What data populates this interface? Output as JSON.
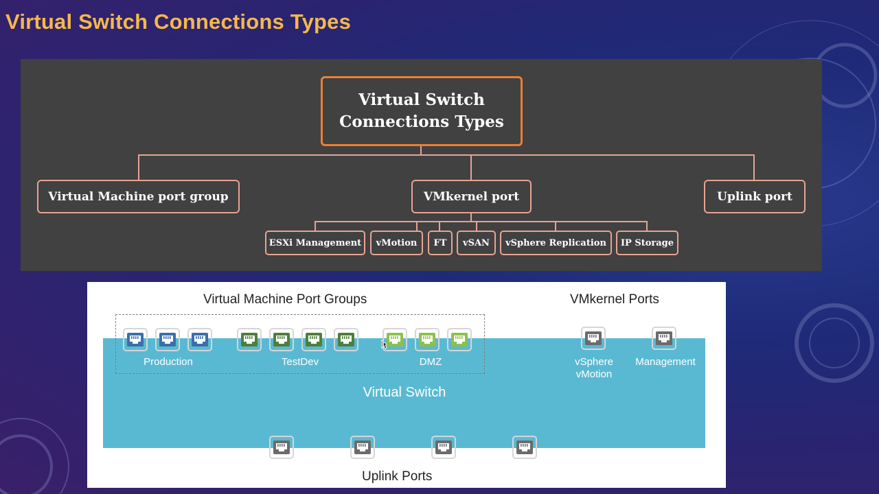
{
  "slide": {
    "title": "Virtual Switch Connections Types"
  },
  "tree": {
    "root": {
      "line1": "Virtual Switch",
      "line2": "Connections Types"
    },
    "level2": [
      {
        "label": "Virtual Machine port group"
      },
      {
        "label": "VMkernel port"
      },
      {
        "label": "Uplink port"
      }
    ],
    "vmkernel_children": [
      {
        "label": "ESXi Management"
      },
      {
        "label": "vMotion"
      },
      {
        "label": "FT"
      },
      {
        "label": "vSAN"
      },
      {
        "label": "vSphere Replication"
      },
      {
        "label": "IP Storage"
      }
    ],
    "colors": {
      "root_border": "#ee7f33",
      "node_border": "#e8a493",
      "panel": "#414141"
    }
  },
  "vswitch": {
    "vm_port_groups_heading": "Virtual Machine Port Groups",
    "vmkernel_ports_heading": "VMkernel Ports",
    "switch_label": "Virtual Switch",
    "uplink_ports_heading": "Uplink Ports",
    "groups": [
      {
        "label": "Production",
        "color": "#3c6eaa",
        "ports": 3
      },
      {
        "label": "TestDev",
        "color": "#4e7f3a",
        "ports": 4
      },
      {
        "label": "DMZ",
        "color": "#8cc24a",
        "ports": 3
      }
    ],
    "vmkernel_ports": [
      {
        "line1": "vSphere",
        "line2": "vMotion"
      },
      {
        "line1": "Management",
        "line2": ""
      }
    ],
    "uplink_port_count": 4,
    "colors": {
      "switch": "#5ab9d2",
      "vmkernel_port": "#6b6b6b",
      "uplink_port": "#6b6b6b"
    },
    "icon": "ethernet-port-icon"
  }
}
